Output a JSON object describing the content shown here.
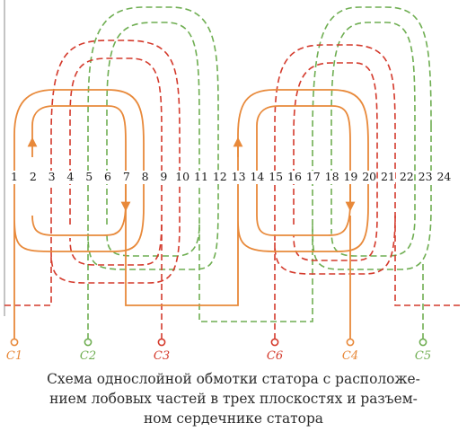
{
  "slots": [
    "1",
    "2",
    "3",
    "4",
    "5",
    "6",
    "7",
    "8",
    "9",
    "10",
    "11",
    "12",
    "13",
    "14",
    "15",
    "16",
    "17",
    "18",
    "19",
    "20",
    "21",
    "22",
    "23",
    "24"
  ],
  "terminals": [
    {
      "label": "C1",
      "phase": "orange"
    },
    {
      "label": "C2",
      "phase": "green"
    },
    {
      "label": "C3",
      "phase": "red"
    },
    {
      "label": "C6",
      "phase": "red"
    },
    {
      "label": "C4",
      "phase": "orange"
    },
    {
      "label": "C5",
      "phase": "green"
    }
  ],
  "colors": {
    "orange": "#e8893a",
    "red": "#d43a2c",
    "green": "#6fae52",
    "slot_line": "#888888",
    "text": "#2d2d2d"
  },
  "caption": {
    "line1": "Схема однослойной обмотки статора с расположе-",
    "line2": "нием лобовых частей в трех плоскостях и разъем-",
    "line3": "ном сердечнике статора"
  }
}
